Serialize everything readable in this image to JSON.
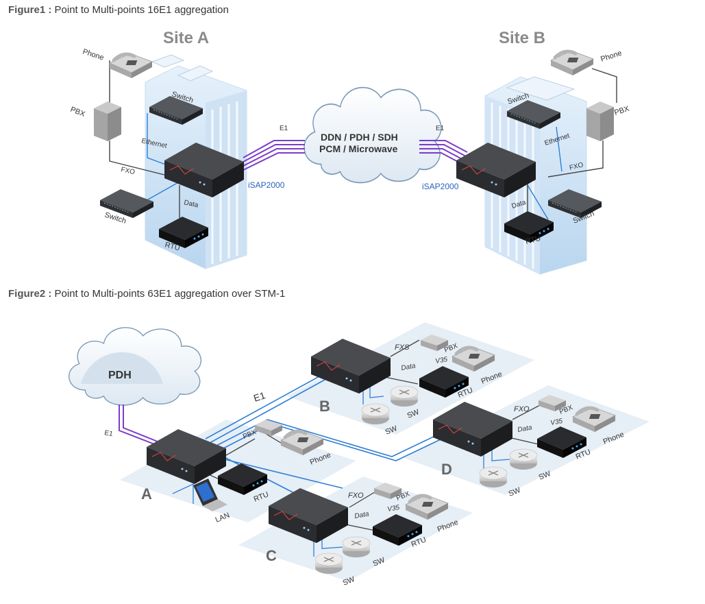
{
  "figure1": {
    "caption_bold": "Figure1 :",
    "caption_text": "Point to Multi-points 16E1 aggregation",
    "site_a": "Site A",
    "site_b": "Site B",
    "cloud_line1": "DDN / PDH / SDH",
    "cloud_line2": "PCM / Microwave",
    "labels": {
      "phone": "Phone",
      "pbx": "PBX",
      "switch": "Switch",
      "ethernet": "Ethernet",
      "fxo": "FXO",
      "isap": "iSAP2000",
      "data": "Data",
      "rtu": "RTU",
      "e1": "E1"
    }
  },
  "figure2": {
    "caption_bold": "Figure2 :",
    "caption_text": "Point to Multi-points 63E1 aggregation over STM-1",
    "cloud": "PDH",
    "sites": [
      "A",
      "B",
      "C",
      "D"
    ],
    "labels": {
      "e1": "E1",
      "fxs": "FXS",
      "fxo": "FXO",
      "pbx": "PBX",
      "phone": "Phone",
      "data": "Data",
      "v35": "V35",
      "rtu": "RTU",
      "sw": "SW",
      "lan": "LAN"
    }
  },
  "colors": {
    "e1_purple": "#7a3cc8",
    "ethernet_blue": "#2d7fd6",
    "platform": "#e3ecf5",
    "device_dark": "#2f3033"
  },
  "icons": [
    "phone-icon",
    "pbx-icon",
    "switch-icon",
    "rack-device-icon",
    "rtu-icon",
    "router-icon",
    "laptop-icon",
    "cloud-icon",
    "building-icon"
  ]
}
